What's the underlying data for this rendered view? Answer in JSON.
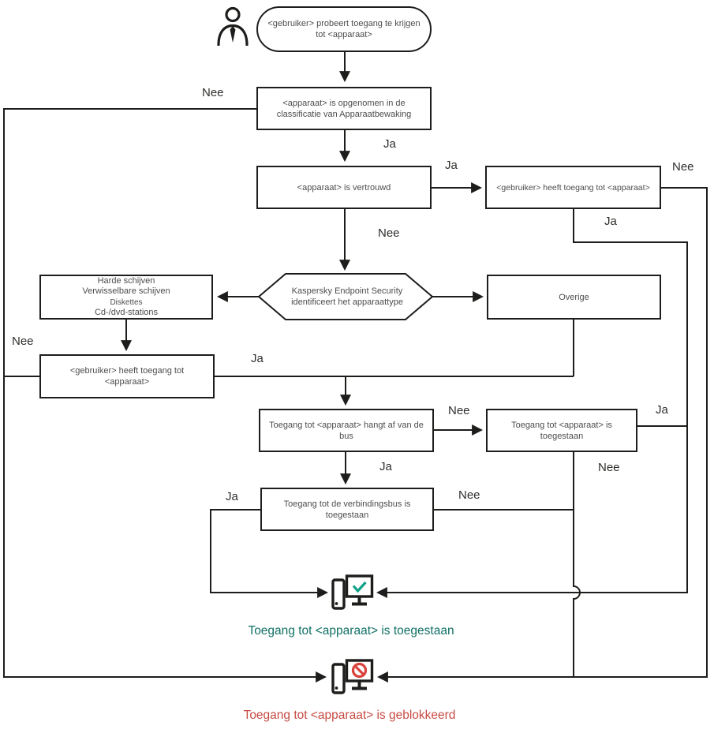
{
  "diagram_type": "flowchart",
  "language": "nl",
  "nodes": {
    "start": "<gebruiker> probeert toegang te krijgen tot <apparaat>",
    "classification": "<apparaat> is opgenomen in de classificatie van Apparaatbewaking",
    "trusted": "<apparaat> is vertrouwd",
    "user_access_top": "<gebruiker> heeft toegang tot <apparaat>",
    "identify": "Kaspersky Endpoint Security identificeert het apparaattype",
    "storage_types": [
      "Harde schijven",
      "Verwisselbare schijven",
      "Diskettes",
      "Cd-/dvd-stations"
    ],
    "other": "Overige",
    "user_access_left": "<gebruiker> heeft toegang tot <apparaat>",
    "bus_dependent": "Toegang tot <apparaat> hangt af van de bus",
    "device_access_allowed": "Toegang tot <apparaat> is toegestaan",
    "bus_access_allowed": "Toegang tot de verbindingsbus is toegestaan"
  },
  "labels": {
    "ja": "Ja",
    "nee": "Nee"
  },
  "outcomes": {
    "allowed": "Toegang tot <apparaat> is toegestaan",
    "blocked": "Toegang tot <apparaat> is geblokkeerd"
  },
  "icons": {
    "actor": "user-icon",
    "allowed": "computer-allowed-icon",
    "blocked": "computer-blocked-icon"
  },
  "colors": {
    "line": "#1d1d1b",
    "allowed_text": "#117065",
    "blocked_text": "#c74b43",
    "check": "#0fa188",
    "prohibition": "#d8423b"
  }
}
